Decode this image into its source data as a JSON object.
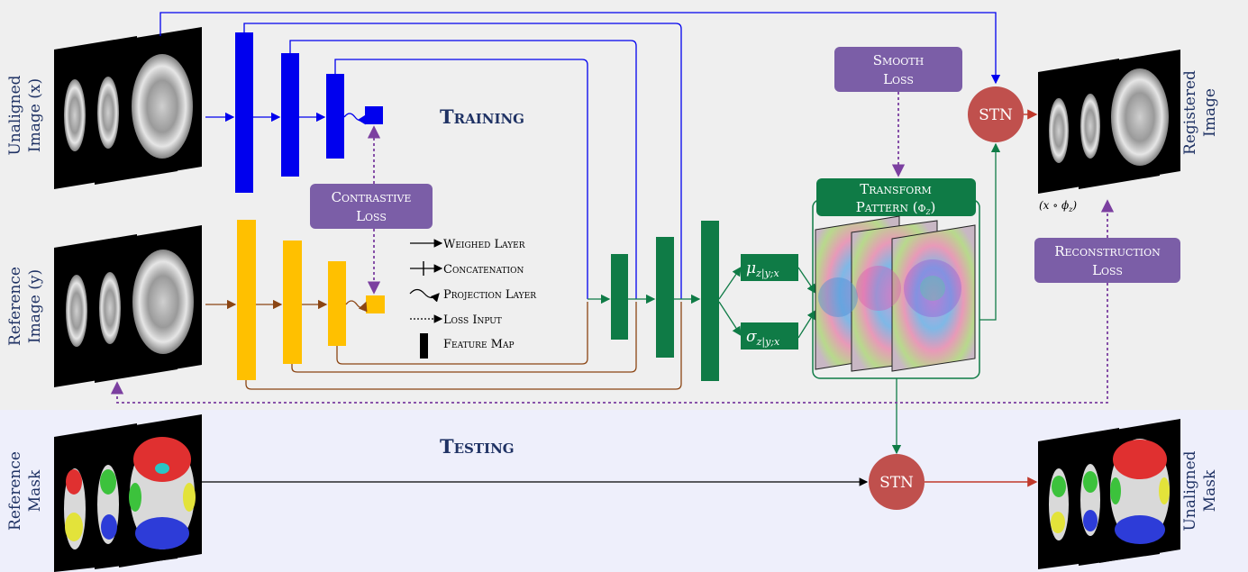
{
  "sections": {
    "training": "Training",
    "testing": "Testing"
  },
  "side_labels": {
    "unaligned_image": [
      "Unaligned",
      "Image (x)"
    ],
    "reference_image": [
      "Reference",
      "Image (y)"
    ],
    "registered_image": [
      "Registered",
      "Image"
    ],
    "reference_mask": [
      "Reference",
      "Mask"
    ],
    "unaligned_mask": [
      "Unaligned",
      "Mask"
    ]
  },
  "boxes": {
    "contrastive_loss": [
      "Contrastive",
      "Loss"
    ],
    "smooth_loss": [
      "Smooth",
      "Loss"
    ],
    "reconstruction_loss": [
      "Reconstruction",
      "Loss"
    ],
    "transform_pattern": [
      "Transform",
      "Pattern (ϕ",
      "z",
      ")"
    ],
    "mu": [
      "μ",
      "z|y;x"
    ],
    "sigma": [
      "σ",
      "z|y;x"
    ]
  },
  "stn_label": "STN",
  "registered_caption": [
    "(x ∘ ϕ",
    "z",
    ")"
  ],
  "legend": {
    "weighed_layer": "Weighed Layer",
    "concatenation": "Concatenation",
    "projection_layer": "Projection Layer",
    "loss_input": "Loss Input",
    "feature_map": "Feature Map"
  },
  "colors": {
    "training_bg": "#efefef",
    "testing_bg": "#eeeffb",
    "blue": "#0000ee",
    "yellow": "#ffc000",
    "green": "#0f7b46",
    "purple": "#7b5ea7",
    "brown": "#8b4513",
    "red_stn": "#c0504d",
    "label_navy": "#1f3264"
  }
}
